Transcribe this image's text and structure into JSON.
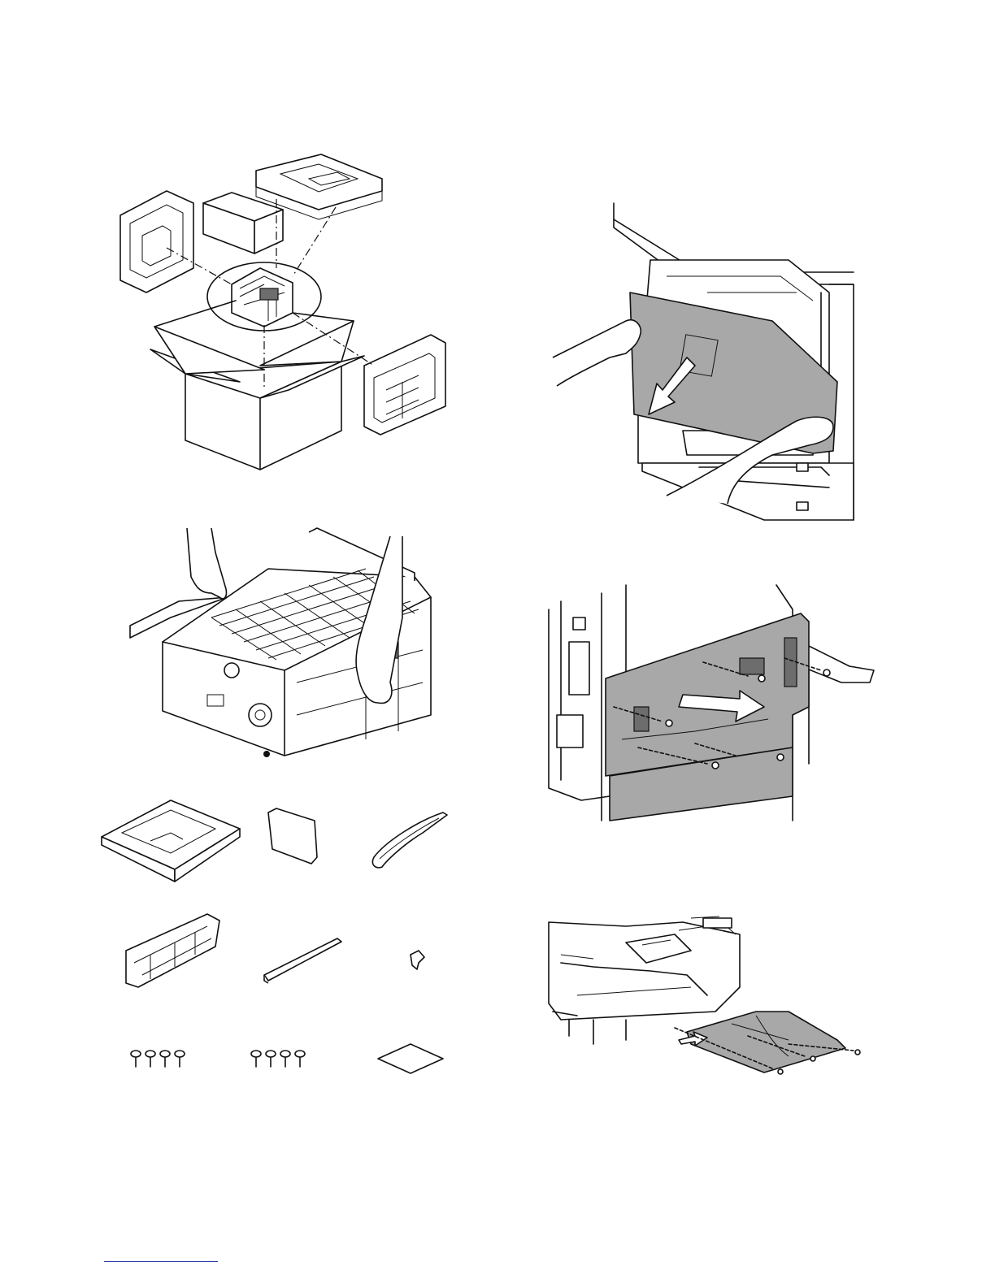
{
  "page": {
    "figures": [
      {
        "id": "unpacking-box",
        "description_icon": "package-icon"
      },
      {
        "id": "remove-front-cover",
        "description_icon": "cover-icon"
      },
      {
        "id": "lift-finisher",
        "description_icon": "finisher-icon"
      },
      {
        "id": "remove-rear-cover",
        "description_icon": "screw-icon"
      },
      {
        "id": "packed-parts",
        "description_icon": "parts-icon"
      },
      {
        "id": "remove-exit-tray",
        "description_icon": "tray-icon"
      }
    ],
    "footer": {
      "link_text": ""
    },
    "colors": {
      "line": "#111111",
      "panel": "#a8a8a8",
      "link": "#2b3ea8"
    }
  }
}
